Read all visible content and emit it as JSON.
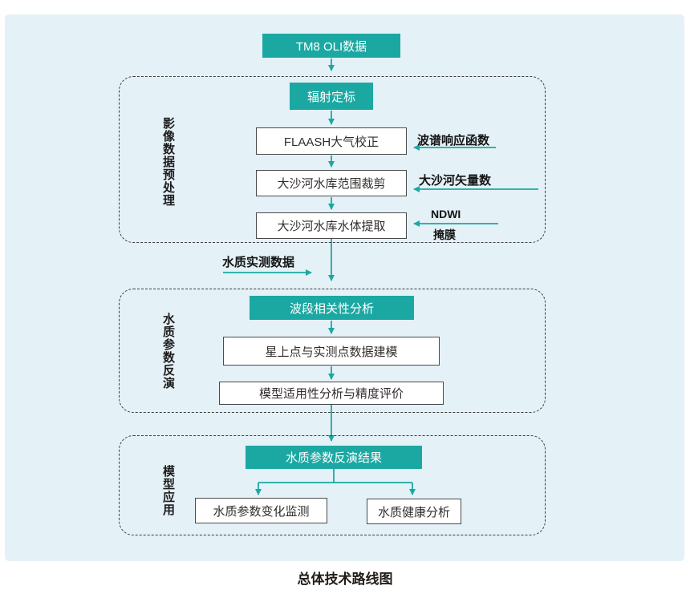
{
  "colors": {
    "teal_accent": "#1CA8A2",
    "panel_background": "#E4F1F7"
  },
  "diagram": {
    "caption": "总体技术路线图",
    "source_box": "TM8 OLI数据",
    "measured_data_label": "水质实测数据",
    "group1": {
      "label": "影像数据预处理",
      "step1": "辐射定标",
      "step2": "FLAASH大气校正",
      "step3": "大沙河水库范围裁剪",
      "step4": "大沙河水库水体提取",
      "input1": "波谱响应函数",
      "input2": "大沙河矢量数",
      "input3_line1": "NDWI",
      "input3_line2": "掩膜"
    },
    "group2": {
      "label": "水质参数反演",
      "step1": "波段相关性分析",
      "step2": "星上点与实测点数据建模",
      "step3": "模型适用性分析与精度评价"
    },
    "group3": {
      "label": "模型应用",
      "result": "水质参数反演结果",
      "branch1": "水质参数变化监测",
      "branch2": "水质健康分析"
    }
  }
}
